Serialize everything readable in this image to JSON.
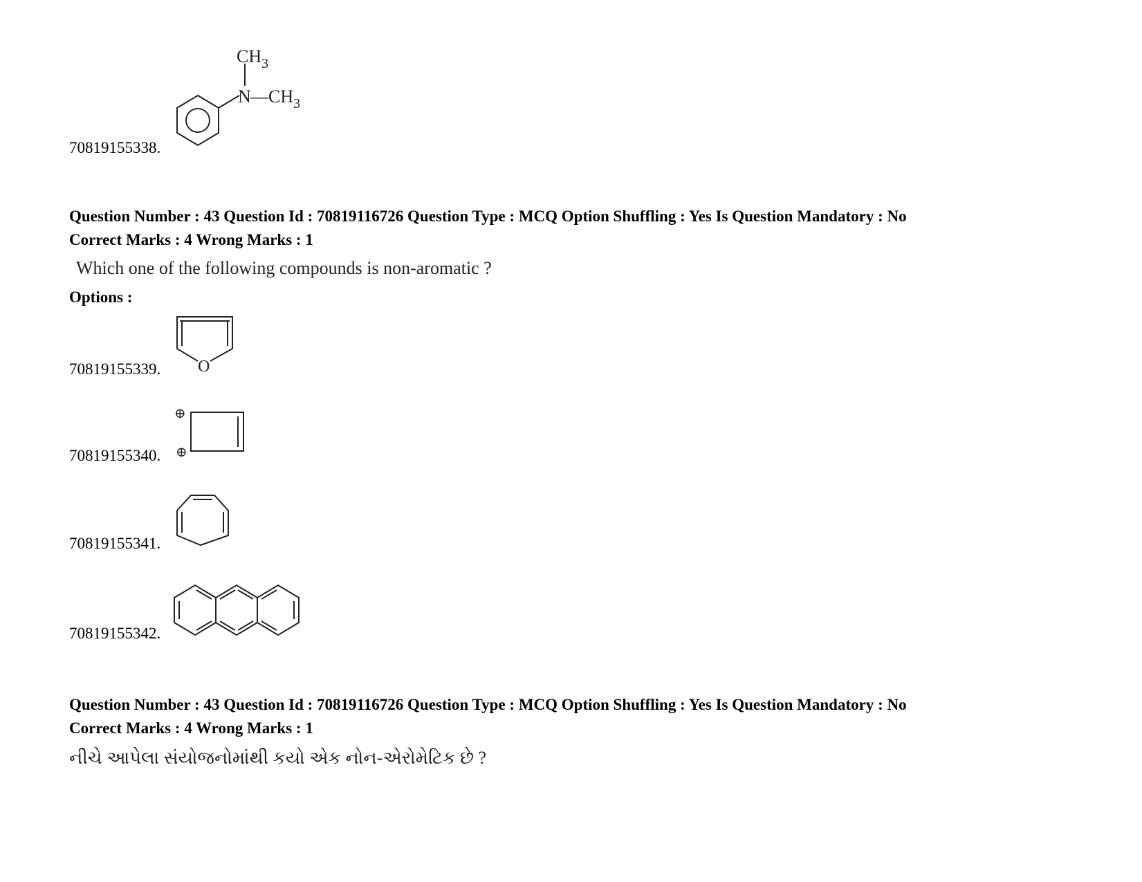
{
  "prev_option": {
    "id": "70819155338.",
    "structure_labels": {
      "top": "CH",
      "top_sub": "3",
      "n": "N",
      "right": "—CH",
      "right_sub": "3"
    }
  },
  "question_en": {
    "header_line1": "Question Number : 43 Question Id : 70819116726 Question Type : MCQ Option Shuffling : Yes Is Question Mandatory : No",
    "header_line2": "Correct Marks : 4 Wrong Marks : 1",
    "text": "Which one of the following compounds is non-aromatic ?",
    "options_label": "Options :",
    "options": [
      {
        "id": "70819155339.",
        "structure": "furan-icon",
        "atom_label": "O"
      },
      {
        "id": "70819155340.",
        "structure": "cyclobutene-dication-icon",
        "charge_label": "⊕"
      },
      {
        "id": "70819155341.",
        "structure": "cycloheptatriene-icon"
      },
      {
        "id": "70819155342.",
        "structure": "anthracene-icon"
      }
    ]
  },
  "question_gu": {
    "header_line1": "Question Number : 43 Question Id : 70819116726 Question Type : MCQ Option Shuffling : Yes Is Question Mandatory : No",
    "header_line2": "Correct Marks : 4 Wrong Marks : 1",
    "text": "નીચે આપેલા સંયોજનોમાંથી કયો એક નોન-એરોમેટિક છે ?"
  }
}
